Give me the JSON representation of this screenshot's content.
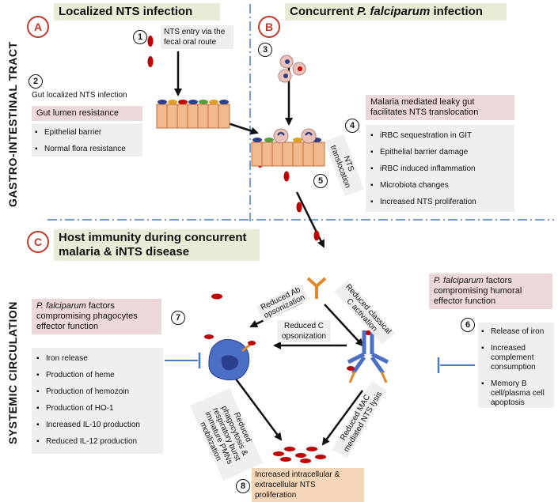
{
  "side_labels": {
    "gastro": "GASTRO-INTESTINAL TRACT",
    "systemic": "SYSTEMIC CIRCULATION"
  },
  "panel_a": {
    "letter": "A",
    "title": "Localized NTS infection"
  },
  "panel_b": {
    "letter": "B",
    "title_part1": "Concurrent ",
    "title_italic": "P. falciparum",
    "title_part2": " infection"
  },
  "panel_c": {
    "letter": "C",
    "title_line1": "Host immunity during concurrent",
    "title_line2": "malaria & iNTS disease"
  },
  "step1": {
    "num": "1",
    "text_line1": "NTS entry via the",
    "text_line2": "fecal oral route"
  },
  "step2": {
    "num": "2",
    "label": "Gut localized NTS infection",
    "resistance": "Gut lumen resistance",
    "items": [
      "Epithelial barrier",
      "Normal flora resistance"
    ]
  },
  "step3": {
    "num": "3"
  },
  "step4": {
    "num": "4",
    "header_line1": "Malaria mediated leaky gut",
    "header_line2": "facilitates NTS translocation",
    "items": [
      "iRBC sequestration in GIT",
      "Epithelial barrier damage",
      "iRBC induced inflammation",
      "Microbiota changes",
      "Increased NTS proliferation"
    ]
  },
  "step5": {
    "num": "5",
    "text_line1": "NTS",
    "text_line2": "translocation"
  },
  "step6": {
    "num": "6",
    "header_italic": "P. falciparum",
    "header_rest1": " factors",
    "header_line2": "compromising humoral",
    "header_line3": "effector function",
    "items": [
      "Release of iron",
      "Increased complement consumption",
      "Memory B cell/plasma cell apoptosis"
    ]
  },
  "step7": {
    "num": "7",
    "header_italic": "P. falciparum",
    "header_rest1": " factors",
    "header_line2": "compromising phagocytes",
    "header_line3": "effector function",
    "items": [
      "Iron release",
      "Production of heme",
      "Production of hemozoin",
      "Production of  HO-1",
      "Increased IL-10 production",
      "Reduced IL-12 production"
    ]
  },
  "step8": {
    "num": "8",
    "text_line1": "Increased intracellular &",
    "text_line2": "extracellular NTS",
    "text_line3": "proliferation"
  },
  "arrow_labels": {
    "reduced_ab_line1": "Reduced Ab",
    "reduced_ab_line2": "opsonization",
    "reduced_classical_line1": "Reduced classical",
    "reduced_classical_line2": "C activation",
    "reduced_c_line1": "Reduced C",
    "reduced_c_line2": "opsonization",
    "phago_line1": "Reduced",
    "phago_line2": "phagocytosis &",
    "phago_line3": "respiratory burst",
    "phago_line4": "immature PMNs",
    "phago_line5": "mobilization",
    "mac_line1": "Reduced MAC",
    "mac_line2": "mediated NTS lysis"
  },
  "colors": {
    "accent_red": "#c0392b",
    "divider_blue": "#4a7bd0",
    "green_box": "#e6ecd5",
    "pink_box": "#ecd8d8",
    "grey_box": "#efefef",
    "orange_box": "#f3d5b8"
  }
}
